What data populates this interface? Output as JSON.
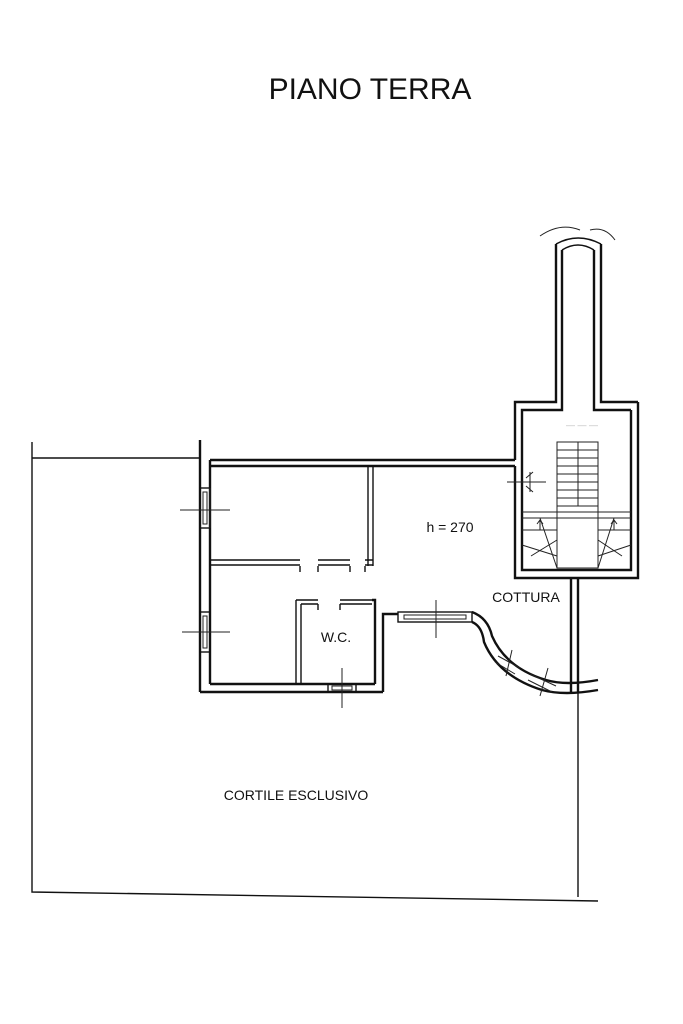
{
  "title": "PIANO TERRA",
  "rooms": {
    "height_label": "h = 270",
    "kitchen": "COTTURA",
    "wc": "W.C.",
    "courtyard": "CORTILE ESCLUSIVO"
  },
  "colors": {
    "line": "#111111",
    "background": "#ffffff"
  }
}
